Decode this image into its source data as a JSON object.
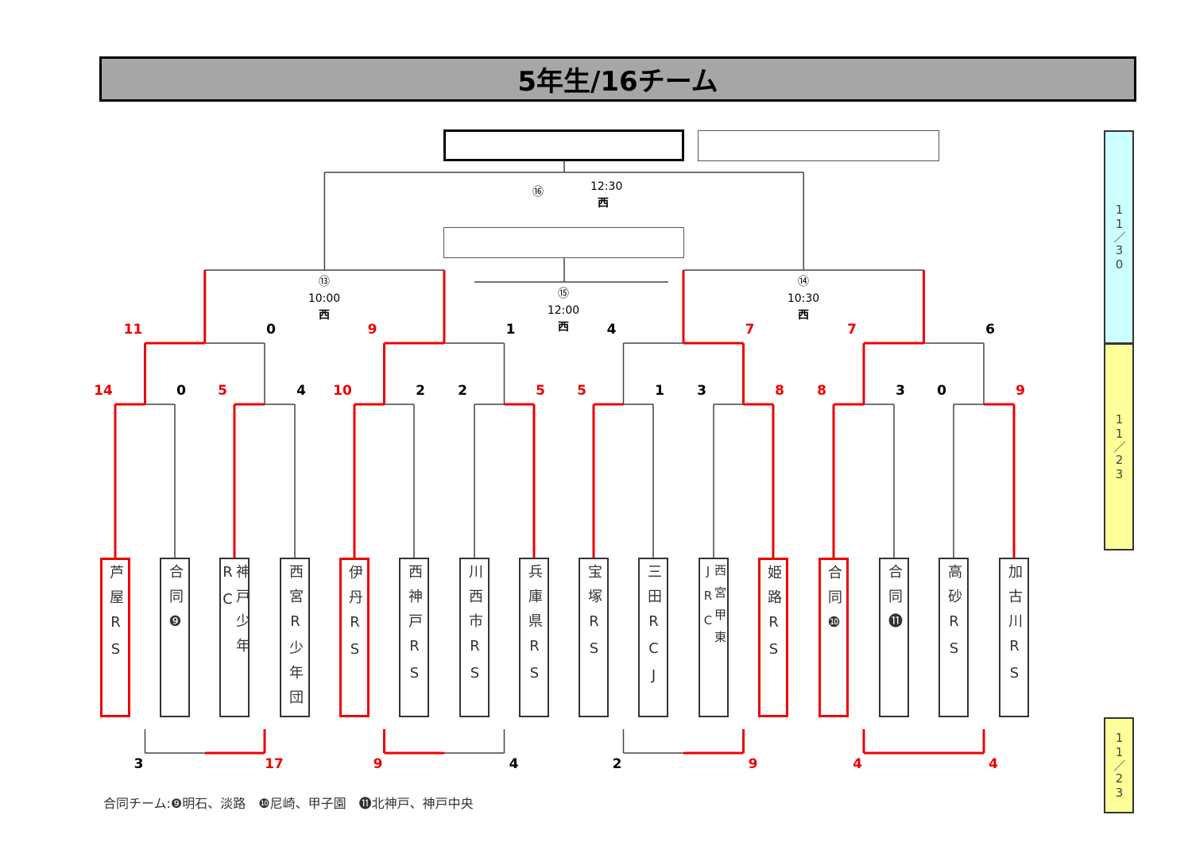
{
  "title": "5年生/16チーム",
  "teams": [
    {
      "name": "芦屋RS",
      "chars": [
        "芦",
        "屋",
        "R",
        "S"
      ],
      "highlight": true
    },
    {
      "name": "合同❾",
      "chars": [
        "合",
        "同",
        "❾"
      ]
    },
    {
      "name": "神戸少年RC",
      "chars": [
        "神",
        "戸",
        "少",
        "年",
        "R",
        "C"
      ]
    },
    {
      "name": "西宮R少年団",
      "chars": [
        "西",
        "宮",
        "R",
        "少",
        "年",
        "団"
      ]
    },
    {
      "name": "伊丹RS",
      "chars": [
        "伊",
        "丹",
        "R",
        "S"
      ],
      "highlight": true
    },
    {
      "name": "西神戸RS",
      "chars": [
        "西",
        "神",
        "戸",
        "R",
        "S"
      ]
    },
    {
      "name": "川西市RS",
      "chars": [
        "川",
        "西",
        "市",
        "R",
        "S"
      ]
    },
    {
      "name": "兵庫県RS",
      "chars": [
        "兵",
        "庫",
        "県",
        "R",
        "S"
      ]
    },
    {
      "name": "宝塚RS",
      "chars": [
        "宝",
        "塚",
        "R",
        "S"
      ]
    },
    {
      "name": "三田RCJ",
      "chars": [
        "三",
        "田",
        "R",
        "C",
        "J"
      ]
    },
    {
      "name": "西宮甲東JRC",
      "chars": [
        "西",
        "宮",
        "甲",
        "東",
        "J",
        "R",
        "C"
      ]
    },
    {
      "name": "姫路RS",
      "chars": [
        "姫",
        "路",
        "R",
        "S"
      ],
      "highlight": true
    },
    {
      "name": "合同❿",
      "chars": [
        "合",
        "同",
        "❿"
      ],
      "highlight": true
    },
    {
      "name": "合同⓫",
      "chars": [
        "合",
        "同",
        "⓫"
      ]
    },
    {
      "name": "高砂RS",
      "chars": [
        "高",
        "砂",
        "R",
        "S"
      ]
    },
    {
      "name": "加古川RS",
      "chars": [
        "加",
        "古",
        "川",
        "R",
        "S"
      ]
    }
  ],
  "round1": [
    [
      "14",
      "0",
      "L"
    ],
    [
      "5",
      "4",
      "L"
    ],
    [
      "10",
      "2",
      "L"
    ],
    [
      "2",
      "5",
      "R"
    ],
    [
      "5",
      "1",
      "L"
    ],
    [
      "3",
      "8",
      "R"
    ],
    [
      "8",
      "3",
      "L"
    ],
    [
      "0",
      "9",
      "R"
    ]
  ],
  "round2": [
    [
      "11",
      "0",
      "L"
    ],
    [
      "9",
      "1",
      "L"
    ],
    [
      "4",
      "7",
      "R"
    ],
    [
      "7",
      "6",
      "L"
    ]
  ],
  "consolation": [
    [
      "3",
      "17",
      "R"
    ],
    [
      "9",
      "4",
      "L"
    ],
    [
      "2",
      "9",
      "R"
    ],
    [
      "4",
      "4",
      "B"
    ]
  ],
  "matches": {
    "m13": {
      "no": "⑬",
      "time": "10:00",
      "venue": "西"
    },
    "m14": {
      "no": "⑭",
      "time": "10:30",
      "venue": "西"
    },
    "m15": {
      "no": "⑮",
      "time": "12:00",
      "venue": "西"
    },
    "m16": {
      "no": "⑯",
      "time": "12:30",
      "venue": "西"
    }
  },
  "dates": [
    {
      "label": "11／30",
      "color": "#ccffff"
    },
    {
      "label": "11／23",
      "color": "#ffff99"
    },
    {
      "label": "11／23",
      "color": "#ffff99"
    }
  ],
  "legend": "合同チーム:❾明石、淡路　❿尼崎、甲子園　⓫北神戸、神戸中央"
}
